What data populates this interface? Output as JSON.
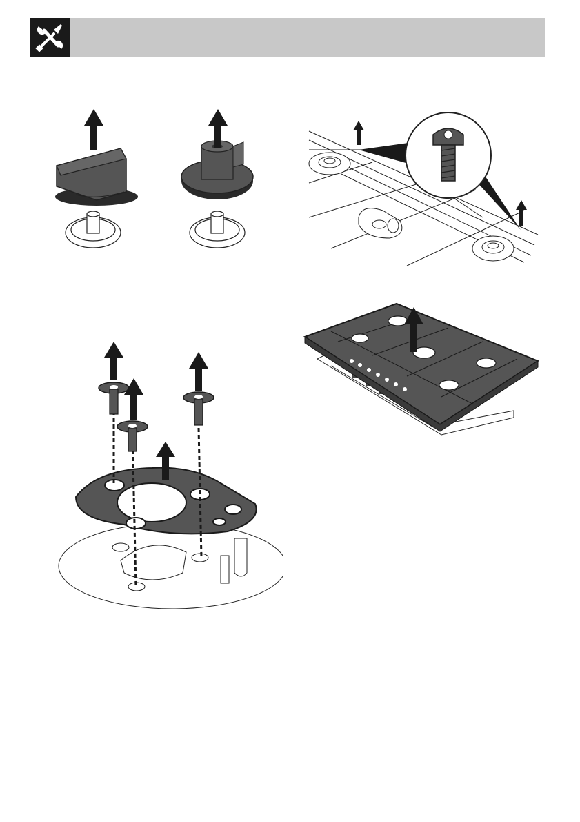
{
  "header": {
    "icon": "tools-icon",
    "background_color": "#c8c8c8",
    "icon_box_color": "#1a1a1a"
  },
  "figures": [
    {
      "name": "knob-removal",
      "icon": "up-arrow-icon"
    },
    {
      "name": "hob-screw-removal",
      "icon": "torx-screw-icon"
    },
    {
      "name": "burner-plate-screw-removal",
      "icon": "screw-icon"
    },
    {
      "name": "hob-top-lift",
      "icon": "up-arrow-icon"
    }
  ],
  "colors": {
    "part_fill": "#555555",
    "part_dark": "#3a3a3a",
    "arrow": "#1a1a1a",
    "line": "#222222"
  }
}
